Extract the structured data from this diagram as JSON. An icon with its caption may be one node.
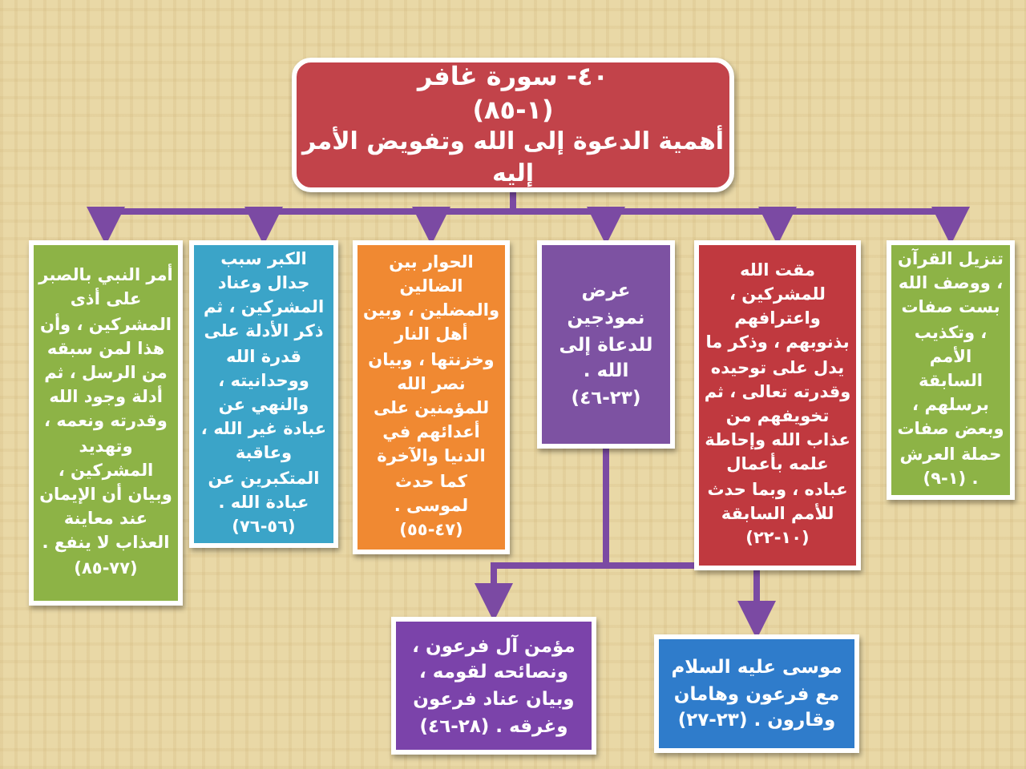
{
  "diagram": {
    "nodes": [
      {
        "text": [
          "٤٠- سورة غافر",
          "(١-٨٥)",
          "أهمية الدعوة إلى الله وتفويض الأمر إليه"
        ]
      },
      {
        "text": [
          "تنزيل القرآن ، ووصف الله بست صفات ، وتكذيب الأمم السابقة برسلهم ، وبعض صفات حملة العرش . (١-٩)"
        ]
      },
      {
        "text": [
          "مقت الله للمشركين ، واعترافهم بذنوبهم ، وذكر ما يدل على توحيده وقدرته تعالى ، ثم تخويفهم من عذاب الله وإحاطة علمه بأعمال عباده ، وبما حدث للأمم السابقة (١٠-٢٢)"
        ]
      },
      {
        "text": [
          "عرض نموذجين للدعاة إلى الله . (٢٣-٤٦)"
        ]
      },
      {
        "text": [
          "الحوار بين الضالين والمضلين ، وبين أهل النار وخزنتها ، وبيان نصر الله للمؤمنين على أعدائهم في الدنيا والآخرة كما حدث لموسى . (٤٧-٥٥)"
        ]
      },
      {
        "text": [
          "الكبر سبب جدال وعناد المشركين ، ثم ذكر الأدلة على قدرة الله ووحدانيته ، والنهي عن عبادة غير الله ، وعاقبة المتكبرين عن عبادة الله . (٥٦-٧٦)"
        ]
      },
      {
        "text": [
          "أمر النبي بالصبر على أذى المشركين ، وأن هذا لمن سبقه من الرسل ، ثم أدلة وجود الله وقدرته ونعمه ، وتهديد المشركين ، وبيان أن الإيمان عند معاينة العذاب لا ينفع . (٧٧-٨٥)"
        ]
      },
      {
        "text": [
          "موسى عليه السلام مع فرعون وهامان وقارون . (٢٣-٢٧)"
        ]
      },
      {
        "text": [
          "مؤمن آل فرعون ، ونصائحه لقومه ، وبيان عناد فرعون وغرقه . (٢٨-٤٦)"
        ]
      }
    ],
    "edges": [
      {
        "from": 0,
        "to": 1,
        "arrow": "to"
      },
      {
        "from": 0,
        "to": 2,
        "arrow": "to"
      },
      {
        "from": 0,
        "to": 3,
        "arrow": "to"
      },
      {
        "from": 0,
        "to": 4,
        "arrow": "to"
      },
      {
        "from": 0,
        "to": 5,
        "arrow": "to"
      },
      {
        "from": 0,
        "to": 6,
        "arrow": "to"
      },
      {
        "from": 3,
        "to": 7,
        "arrow": "to"
      },
      {
        "from": 3,
        "to": 8,
        "arrow": "to"
      }
    ]
  }
}
